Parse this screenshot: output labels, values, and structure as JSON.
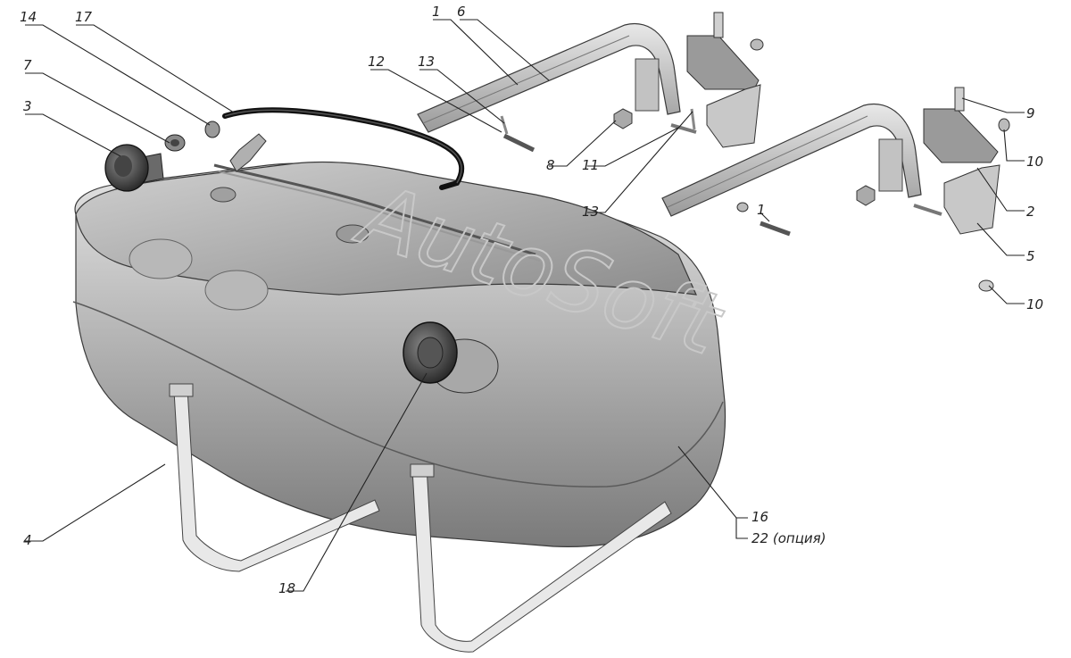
{
  "watermark": "AutoSoft",
  "callouts": {
    "c14": "14",
    "c17": "17",
    "c7": "7",
    "c3": "3",
    "c12": "12",
    "c13a": "13",
    "c1a": "1",
    "c6": "6",
    "c8": "8",
    "c11": "11",
    "c13b": "13",
    "c9": "9",
    "c10a": "10",
    "c2": "2",
    "c5": "5",
    "c10b": "10",
    "c1b": "1",
    "c4": "4",
    "c18": "18",
    "c16": "16",
    "c22": "22 (опция)"
  },
  "colors": {
    "tank_light": "#d9d9d9",
    "tank_mid": "#a6a6a6",
    "tank_dark": "#6e6e6e",
    "bracket": "#bdbdbd",
    "hose": "#1a1a1a",
    "strap": "#e6e6e6"
  }
}
